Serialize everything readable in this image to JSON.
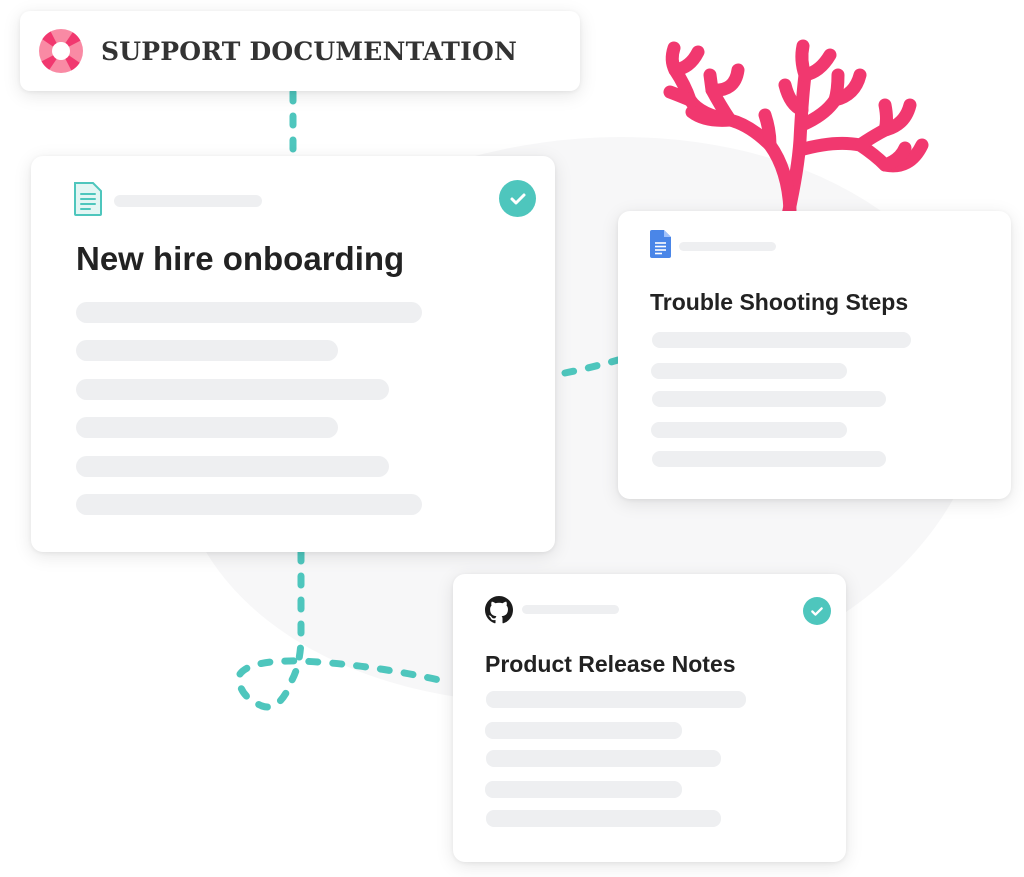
{
  "header": {
    "title": "SUPPORT DOCUMENTATION",
    "logo_icon": "lifebuoy-icon"
  },
  "colors": {
    "accent_teal": "#4ec6bd",
    "accent_pink": "#f1386f",
    "pink_light": "#f98aa4",
    "skeleton": "#eeeff1",
    "text_dark": "#222222",
    "google_docs_blue": "#4a86e8"
  },
  "cards": [
    {
      "id": "onboarding",
      "title": "New hire onboarding",
      "icon": "document-icon",
      "status_icon": "check-circle-icon",
      "verified": true,
      "skeleton_lines": 6
    },
    {
      "id": "troubleshooting",
      "title": "Trouble Shooting Steps",
      "icon": "google-docs-icon",
      "verified": false,
      "skeleton_lines": 5
    },
    {
      "id": "release-notes",
      "title": "Product Release Notes",
      "icon": "github-icon",
      "status_icon": "check-circle-icon",
      "verified": true,
      "skeleton_lines": 5
    }
  ],
  "decorations": {
    "coral_icon": "coral-icon",
    "connector_style": "dashed"
  }
}
